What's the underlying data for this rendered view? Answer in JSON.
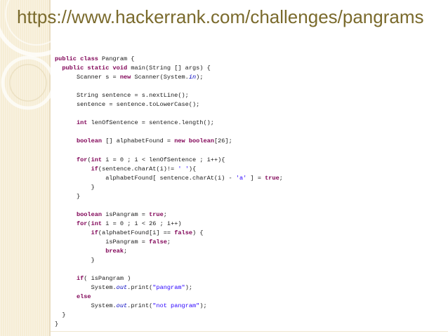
{
  "slide": {
    "title": "https://www.hackerrank.com/challenges/pangrams",
    "accent_color": "#7a6a2c",
    "band_color": "#f6edd5"
  },
  "code": {
    "language": "java",
    "lines": [
      [
        {
          "t": "public class",
          "c": "kw"
        },
        {
          "t": " Pangram {"
        }
      ],
      [
        {
          "t": "  "
        },
        {
          "t": "public static void",
          "c": "kw"
        },
        {
          "t": " main(String [] args) {"
        }
      ],
      [
        {
          "t": "      Scanner s = "
        },
        {
          "t": "new",
          "c": "kw"
        },
        {
          "t": " Scanner(System."
        },
        {
          "t": "in",
          "c": "ital"
        },
        {
          "t": ");"
        }
      ],
      [
        {
          "t": ""
        }
      ],
      [
        {
          "t": "      String sentence = s.nextLine();"
        }
      ],
      [
        {
          "t": "      sentence = sentence.toLowerCase();"
        }
      ],
      [
        {
          "t": ""
        }
      ],
      [
        {
          "t": "      "
        },
        {
          "t": "int",
          "c": "kw"
        },
        {
          "t": " lenOfSentence = sentence.length();"
        }
      ],
      [
        {
          "t": ""
        }
      ],
      [
        {
          "t": "      "
        },
        {
          "t": "boolean",
          "c": "kw"
        },
        {
          "t": " [] alphabetFound = "
        },
        {
          "t": "new boolean",
          "c": "kw"
        },
        {
          "t": "[26];"
        }
      ],
      [
        {
          "t": ""
        }
      ],
      [
        {
          "t": "      "
        },
        {
          "t": "for",
          "c": "kw"
        },
        {
          "t": "("
        },
        {
          "t": "int",
          "c": "kw"
        },
        {
          "t": " i = 0 ; i < lenOfSentence ; i++){"
        }
      ],
      [
        {
          "t": "          "
        },
        {
          "t": "if",
          "c": "kw"
        },
        {
          "t": "(sentence.charAt(i)!= "
        },
        {
          "t": "' '",
          "c": "str"
        },
        {
          "t": "){"
        }
      ],
      [
        {
          "t": "              alphabetFound[ sentence.charAt(i) - "
        },
        {
          "t": "'a'",
          "c": "str"
        },
        {
          "t": " ] = "
        },
        {
          "t": "true",
          "c": "kw"
        },
        {
          "t": ";"
        }
      ],
      [
        {
          "t": "          }"
        }
      ],
      [
        {
          "t": "      }"
        }
      ],
      [
        {
          "t": ""
        }
      ],
      [
        {
          "t": "      "
        },
        {
          "t": "boolean",
          "c": "kw"
        },
        {
          "t": " isPangram = "
        },
        {
          "t": "true",
          "c": "kw"
        },
        {
          "t": ";"
        }
      ],
      [
        {
          "t": "      "
        },
        {
          "t": "for",
          "c": "kw"
        },
        {
          "t": "("
        },
        {
          "t": "int",
          "c": "kw"
        },
        {
          "t": " i = 0 ; i < 26 ; i++)"
        }
      ],
      [
        {
          "t": "          "
        },
        {
          "t": "if",
          "c": "kw"
        },
        {
          "t": "(alphabetFound[i] == "
        },
        {
          "t": "false",
          "c": "kw"
        },
        {
          "t": ") {"
        }
      ],
      [
        {
          "t": "              isPangram = "
        },
        {
          "t": "false",
          "c": "kw"
        },
        {
          "t": ";"
        }
      ],
      [
        {
          "t": "              "
        },
        {
          "t": "break",
          "c": "kw"
        },
        {
          "t": ";"
        }
      ],
      [
        {
          "t": "          }"
        }
      ],
      [
        {
          "t": ""
        }
      ],
      [
        {
          "t": "      "
        },
        {
          "t": "if",
          "c": "kw"
        },
        {
          "t": "( isPangram )"
        }
      ],
      [
        {
          "t": "          System."
        },
        {
          "t": "out",
          "c": "ital"
        },
        {
          "t": ".print("
        },
        {
          "t": "\"pangram\"",
          "c": "str"
        },
        {
          "t": ");"
        }
      ],
      [
        {
          "t": "      "
        },
        {
          "t": "else",
          "c": "kw"
        }
      ],
      [
        {
          "t": "          System."
        },
        {
          "t": "out",
          "c": "ital"
        },
        {
          "t": ".print("
        },
        {
          "t": "\"not pangram\"",
          "c": "str"
        },
        {
          "t": ");"
        }
      ],
      [
        {
          "t": "  }"
        }
      ],
      [
        {
          "t": "}"
        }
      ]
    ]
  }
}
